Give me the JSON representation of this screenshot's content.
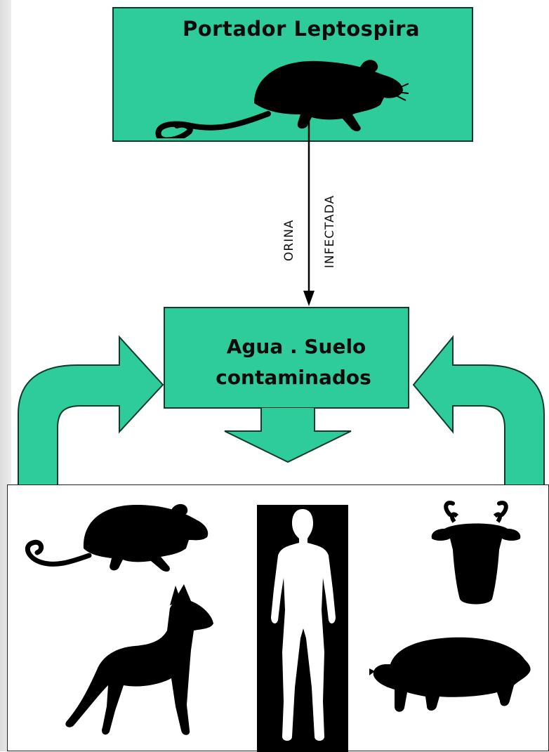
{
  "top_box": {
    "title": "Portador Leptospira"
  },
  "arrow_labels": {
    "left": "ORINA",
    "right": "INFECTADA"
  },
  "mid_box": {
    "line1": "Agua . Suelo",
    "line2": "contaminados"
  },
  "colors": {
    "box_fill": "#2ecc9b",
    "border": "#0c3a2c",
    "silhouette": "#000000"
  },
  "icons": [
    "rat-icon",
    "dog-icon",
    "human-icon",
    "cow-head-icon",
    "pig-icon"
  ]
}
